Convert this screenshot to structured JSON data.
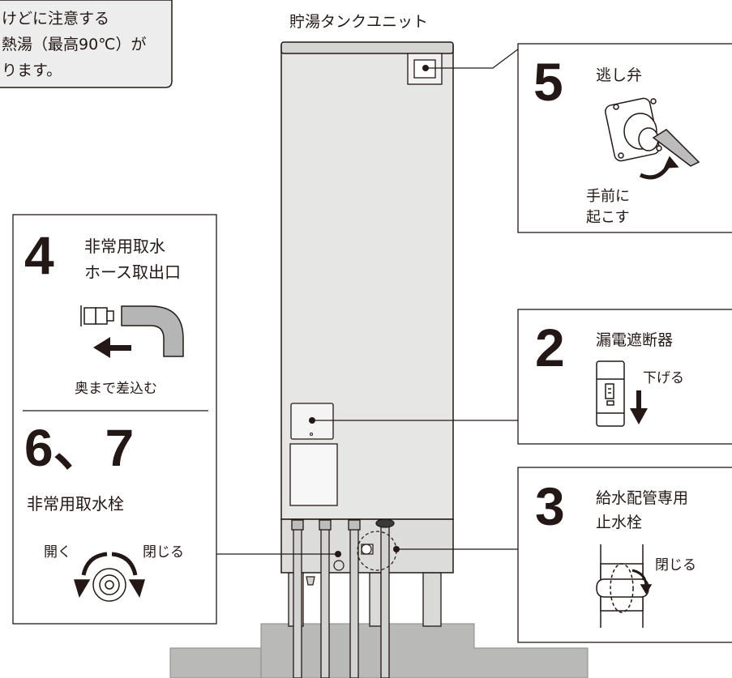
{
  "warning": {
    "line1": "けどに注意する",
    "line2": "熱湯（最高90℃）が",
    "line3": "ります。"
  },
  "tank": {
    "title": "貯湯タンクユニット"
  },
  "step5": {
    "number": "5",
    "title": "逃し弁",
    "action_line1": "手前に",
    "action_line2": "起こす"
  },
  "step4": {
    "number": "4",
    "title_line1": "非常用取水",
    "title_line2": "ホース取出口",
    "action": "奥まで差込む"
  },
  "step67": {
    "number": "6、7",
    "title": "非常用取水栓",
    "open_label": "開く",
    "close_label": "閉じる"
  },
  "step2": {
    "number": "2",
    "title": "漏電遮断器",
    "action": "下げる"
  },
  "step3": {
    "number": "3",
    "title_line1": "給水配管専用",
    "title_line2": "止水栓",
    "action": "閉じる"
  },
  "colors": {
    "tank_body": "#e6e6e5",
    "tank_top": "#d4d4d3",
    "base": "#b9b9b8",
    "line": "#231815"
  }
}
